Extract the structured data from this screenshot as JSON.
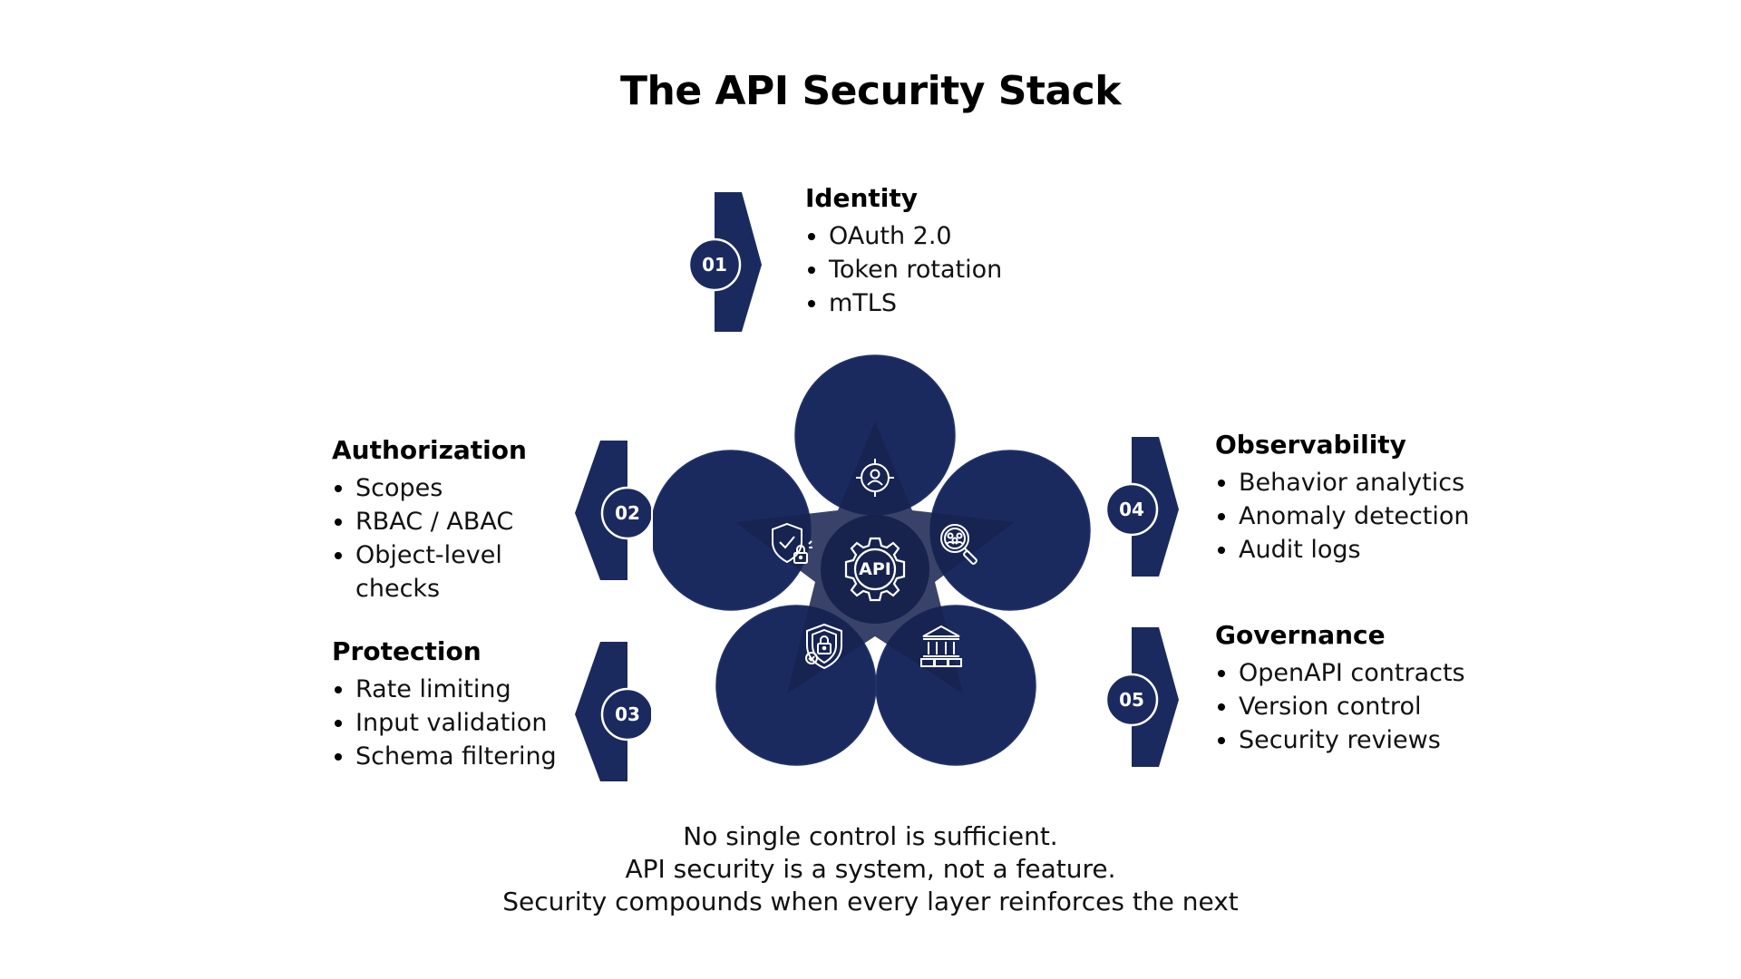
{
  "title": "The API Security Stack",
  "layers": [
    {
      "number": "01",
      "heading": "Identity",
      "items": [
        "OAuth 2.0",
        "Token rotation",
        "mTLS"
      ]
    },
    {
      "number": "02",
      "heading": "Authorization",
      "items": [
        "Scopes",
        "RBAC / ABAC",
        "Object-level",
        "checks"
      ]
    },
    {
      "number": "03",
      "heading": "Protection",
      "items": [
        "Rate limiting",
        "Input validation",
        "Schema filtering"
      ]
    },
    {
      "number": "04",
      "heading": "Observability",
      "items": [
        "Behavior analytics",
        "Anomaly detection",
        "Audit logs"
      ]
    },
    {
      "number": "05",
      "heading": "Governance",
      "items": [
        "OpenAPI contracts",
        "Version control",
        "Security reviews"
      ]
    }
  ],
  "center_label": "API",
  "icons": {
    "top": "identity-target-icon",
    "left": "shield-lock-check-icon",
    "right": "search-analytics-icon",
    "bottom_left": "shield-lock-icon",
    "bottom_right": "governance-building-icon",
    "center": "api-gear-icon"
  },
  "colors": {
    "navy": "#1b2a5e",
    "navy_dark": "#14204a",
    "star": "#16224f",
    "text": "#000000"
  },
  "footer": {
    "line1": "No single control is sufficient.",
    "line2": "API security is a system, not a feature.",
    "line3": "Security compounds when every layer reinforces the next"
  }
}
